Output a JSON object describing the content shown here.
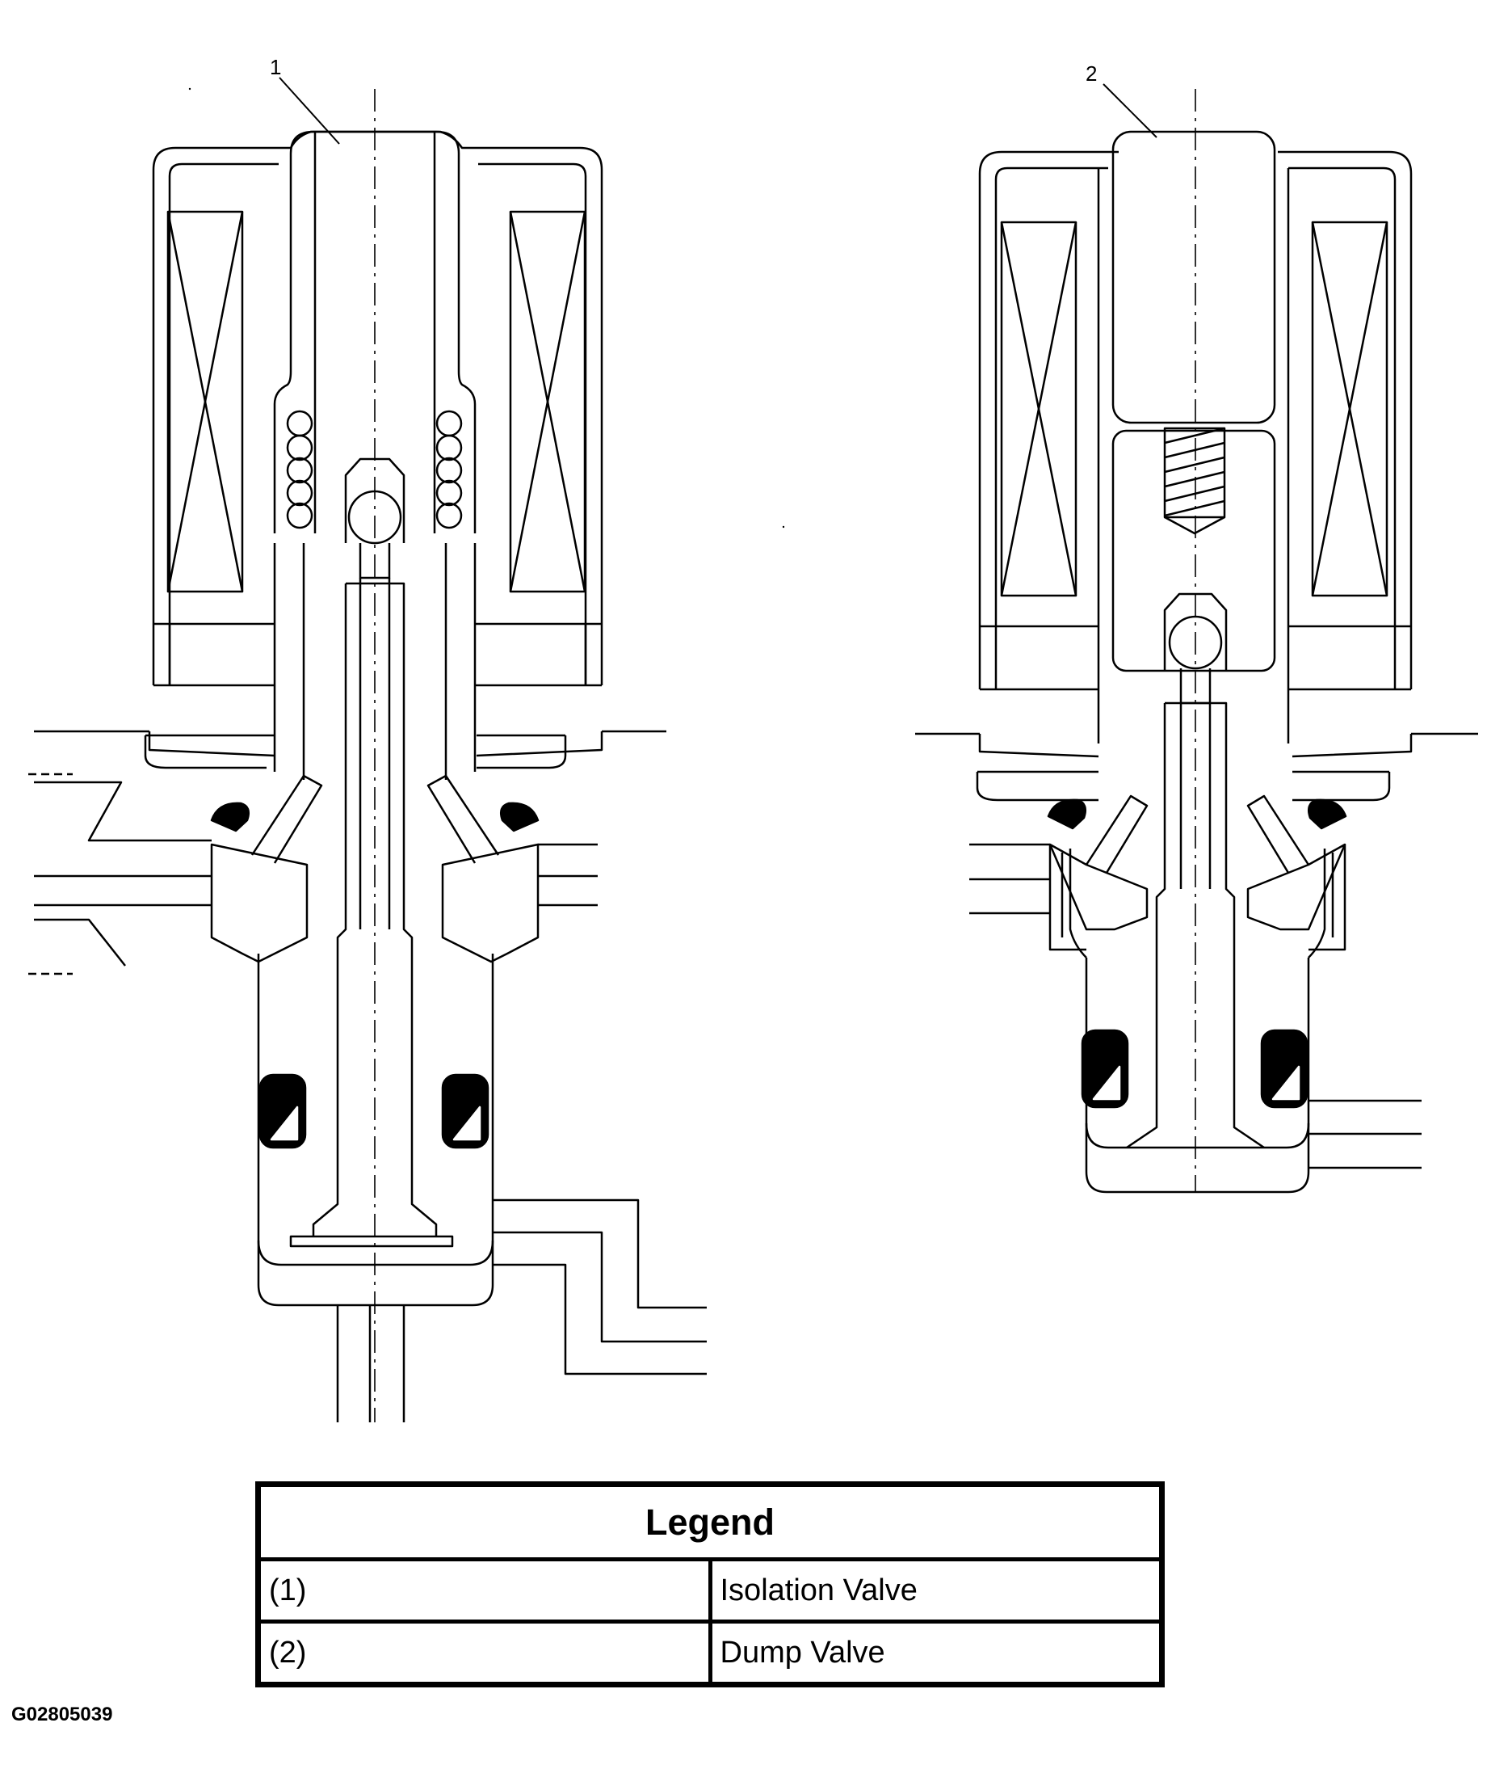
{
  "callouts": {
    "one": "1",
    "two": "2"
  },
  "legend": {
    "title": "Legend",
    "rows": [
      {
        "num": "(1)",
        "label": "Isolation Valve"
      },
      {
        "num": "(2)",
        "label": "Dump Valve"
      }
    ]
  },
  "figure_id": "G02805039"
}
